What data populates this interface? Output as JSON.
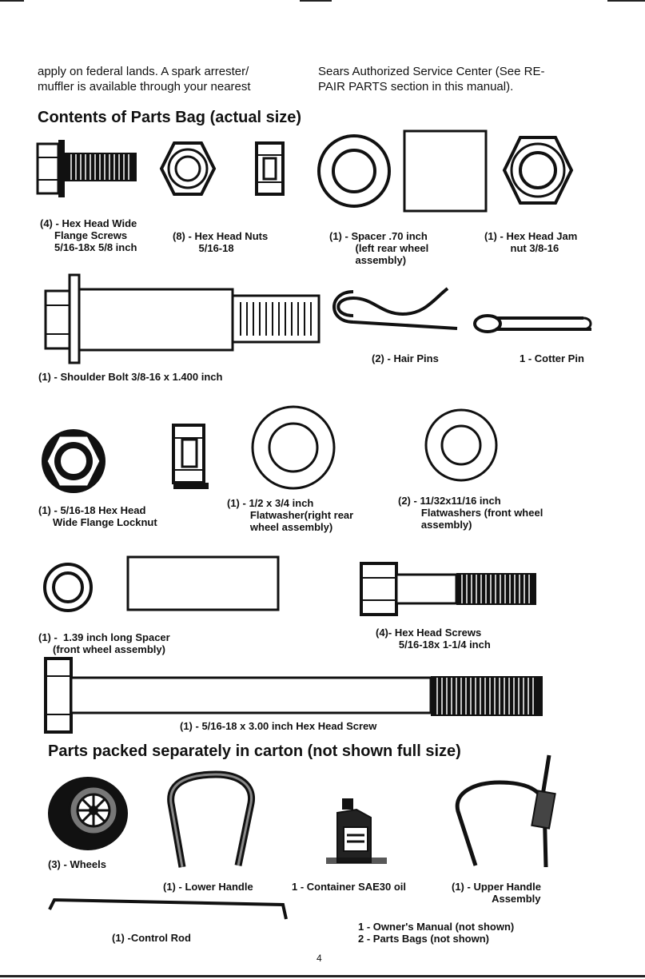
{
  "intro": {
    "left_line1": "apply on federal lands. A spark arrester/",
    "left_line2": "muffler is available through your nearest",
    "right_line1": "Sears Authorized Service Center (See RE-",
    "right_line2": "PAIR PARTS section in this manual)."
  },
  "section1_heading": "Contents of Parts Bag (actual size)",
  "section2_heading": "Parts packed separately in carton (not shown full size)",
  "parts_bag": [
    {
      "label": "(4) - Hex Head Wide\n     Flange Screws\n     5/16-18x 5/8 inch"
    },
    {
      "label": "(8) - Hex Head Nuts\n         5/16-18"
    },
    {
      "label": "(1) - Spacer .70 inch\n         (left rear wheel\n         assembly)"
    },
    {
      "label": "(1) - Hex Head Jam\n         nut 3/8-16"
    },
    {
      "label": "(1) - Shoulder Bolt 3/8-16 x 1.400 inch"
    },
    {
      "label": "(2) - Hair Pins"
    },
    {
      "label": "1 - Cotter Pin"
    },
    {
      "label": "(1) - 5/16-18 Hex Head\n     Wide Flange Locknut"
    },
    {
      "label": "(1) - 1/2 x 3/4 inch\n        Flatwasher(right rear\n        wheel assembly)"
    },
    {
      "label": "(2) - 11/32x11/16 inch\n        Flatwashers (front wheel\n        assembly)"
    },
    {
      "label": "(1) -  1.39 inch long Spacer\n     (front wheel assembly)"
    },
    {
      "label": "(4)- Hex Head Screws\n        5/16-18x 1-1/4 inch"
    },
    {
      "label": "(1) - 5/16-18 x 3.00 inch Hex Head Screw"
    }
  ],
  "carton": [
    {
      "label": "(3) - Wheels"
    },
    {
      "label": "(1) - Lower Handle"
    },
    {
      "label": "1 - Container SAE30 oil"
    },
    {
      "label": "(1) - Upper Handle\n              Assembly"
    },
    {
      "label": "(1) -Control Rod"
    },
    {
      "label": "1 - Owner's Manual (not shown)\n2 - Parts Bags (not shown)"
    }
  ],
  "page_number": "4"
}
